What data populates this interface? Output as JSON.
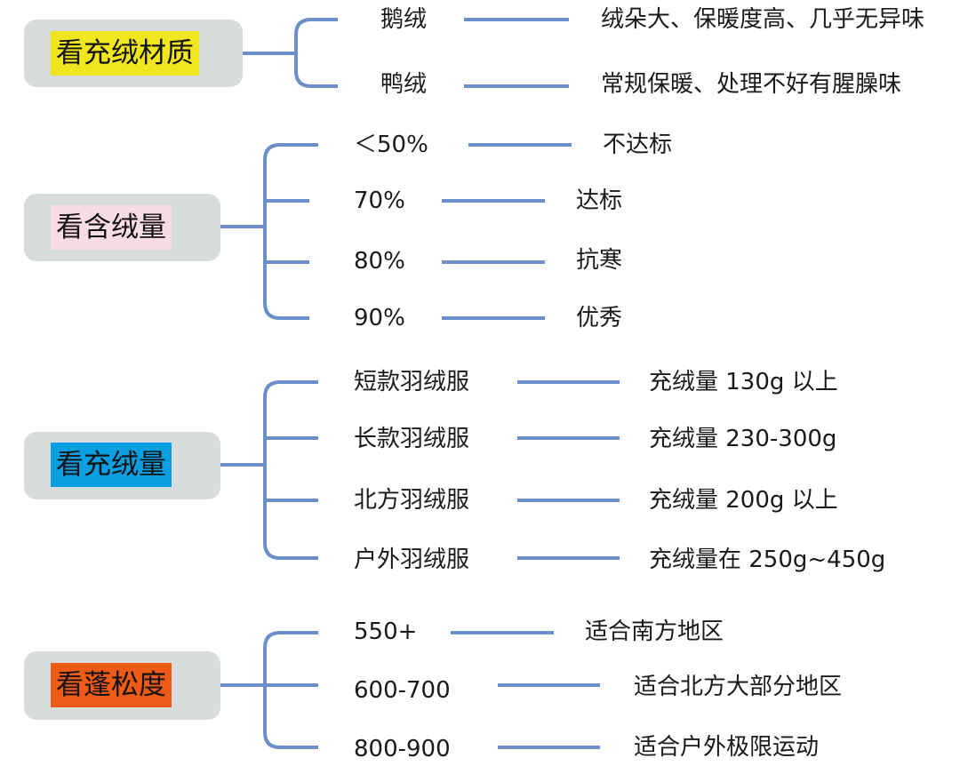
{
  "colors": {
    "line": "#6b8fc9",
    "box": "#d9dcdd",
    "material": "#f1e51e",
    "down_content": "#f9dbe6",
    "fill_weight": "#0a9fe0",
    "fill_power": "#ee5b16"
  },
  "groups": [
    {
      "title": "看充绒材质",
      "items": [
        {
          "label": "鹅绒",
          "desc": "绒朵大、保暖度高、几乎无异味"
        },
        {
          "label": "鸭绒",
          "desc": "常规保暖、处理不好有腥臊味"
        }
      ]
    },
    {
      "title": "看含绒量",
      "items": [
        {
          "label": "＜50%",
          "desc": "不达标"
        },
        {
          "label": "70%",
          "desc": "达标"
        },
        {
          "label": "80%",
          "desc": "抗寒"
        },
        {
          "label": "90%",
          "desc": "优秀"
        }
      ]
    },
    {
      "title": "看充绒量",
      "items": [
        {
          "label": "短款羽绒服",
          "desc": "充绒量 130g 以上"
        },
        {
          "label": "长款羽绒服",
          "desc": "充绒量 230-300g"
        },
        {
          "label": "北方羽绒服",
          "desc": "充绒量 200g 以上"
        },
        {
          "label": "户外羽绒服",
          "desc": "充绒量在 250g~450g"
        }
      ]
    },
    {
      "title": "看蓬松度",
      "items": [
        {
          "label": "550+",
          "desc": "适合南方地区"
        },
        {
          "label": "600-700",
          "desc": "适合北方大部分地区"
        },
        {
          "label": "800-900",
          "desc": "适合户外极限运动"
        }
      ]
    }
  ]
}
